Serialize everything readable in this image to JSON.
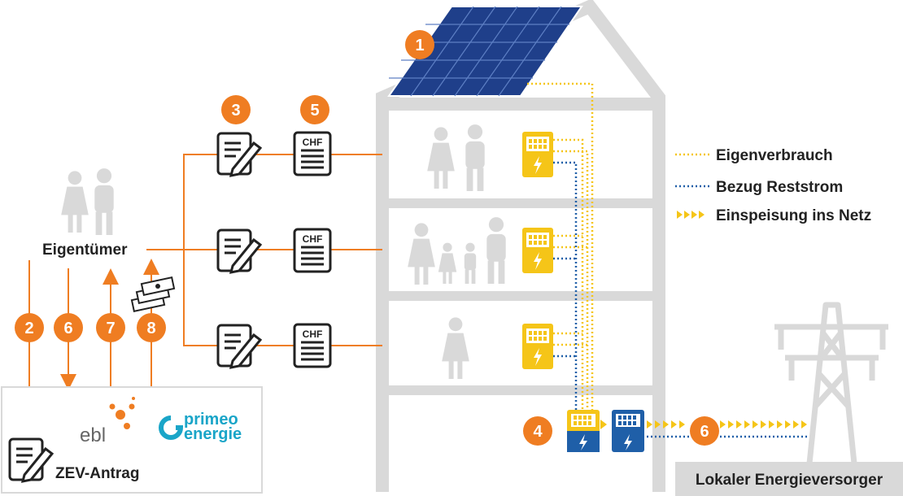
{
  "owner_label": "Eigentümer",
  "application_label": "ZEV-Antrag",
  "utility_label": "Lokaler Energieversorger",
  "currency_label": "CHF",
  "logos": {
    "ebl": "ebl",
    "primeo_line1": "primeo",
    "primeo_line2": "energie"
  },
  "legend": [
    {
      "label": "Eigenverbrauch",
      "style": "dotted",
      "color": "#f5c518"
    },
    {
      "label": "Bezug Reststrom",
      "style": "dotted",
      "color": "#1f5fa8"
    },
    {
      "label": "Einspeisung ins Netz",
      "style": "arrows",
      "color": "#f5c518"
    }
  ],
  "steps": {
    "s1": "1",
    "s2": "2",
    "s3": "3",
    "s4": "4",
    "s5": "5",
    "s6a": "6",
    "s6b": "6",
    "s7": "7",
    "s8": "8"
  },
  "colors": {
    "orange": "#ef7d22",
    "yellow": "#f5c518",
    "blue": "#1f5fa8",
    "gray": "#d9d9d9",
    "building": "#cfcfcf",
    "solar": "#1f3f8a"
  }
}
